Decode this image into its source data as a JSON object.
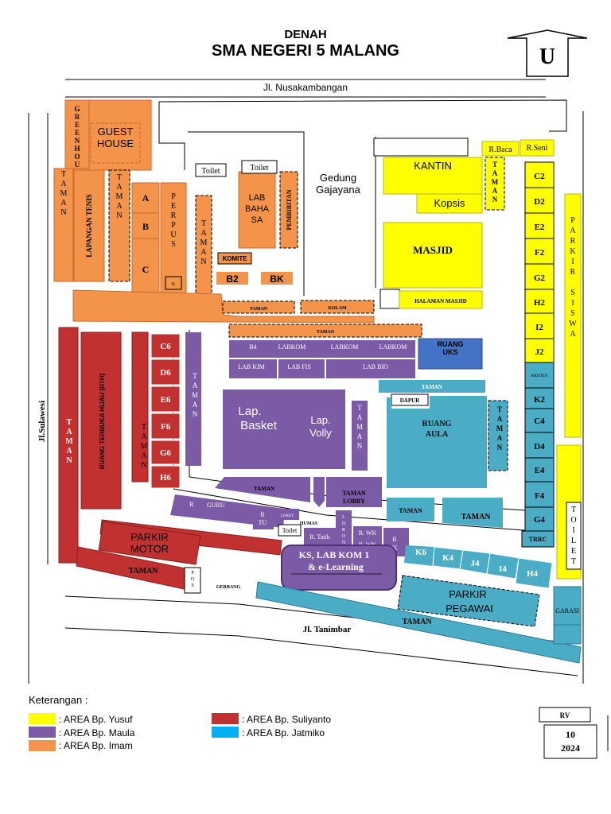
{
  "header": {
    "title_top": "DENAH",
    "title_main": "SMA NEGERI 5 MALANG",
    "north": "U"
  },
  "colors": {
    "yusuf": "#ffff00",
    "maula": "#7b5aa6",
    "imam": "#f4934a",
    "suliyanto": "#c0312f",
    "jatmiko": "#4bacc6"
  },
  "roads": {
    "north": "Jl. Nusakambangan",
    "west": "Jl.Sulawesi",
    "south": "Jl. Tanimbar"
  },
  "labels": {
    "greenhouse": "G R E E N H O U S E",
    "guest_house_1": "GUEST",
    "guest_house_2": "HOUSE",
    "taman_v": "T A M A N",
    "lapangan_tenis": "LAPANGAN TENIS",
    "room_a": "A",
    "room_b": "B",
    "room_c": "C",
    "perpus": "P E R P U S",
    "room_k": "K",
    "taman_v2": "T A M A N",
    "toilet": "Toilet",
    "lab_bahasa_1": "LAB",
    "lab_bahasa_2": "BAHA",
    "lab_bahasa_3": "SA",
    "pembibitan": "PEMBIBITAN",
    "komite": "KOMITE",
    "b2": "B2",
    "bk": "BK",
    "gedung_1": "Gedung",
    "gedung_2": "Gajayana",
    "kantin": "KANTIN",
    "kopsis": "Kopsis",
    "rbaca": "R.Baca",
    "rseni": "R.Seni",
    "masjid": "MASJID",
    "halaman_masjid": "HALAMAN MASJID",
    "taman": "TAMAN",
    "kolam": "KOLAM",
    "parkir_siswa": "P A R K I R   S I S W A",
    "c2": "C2",
    "d2": "D2",
    "e2": "E2",
    "f2": "F2",
    "g2": "G2",
    "h2": "H2",
    "i2": "I2",
    "j2": "J2",
    "kristen": "KRISTEN",
    "k2": "K2",
    "c4": "C4",
    "d4": "D4",
    "e4": "E4",
    "f4": "F4",
    "g4": "G4",
    "trrc": "TRRC",
    "toilet_v": "T O I L E T",
    "ruang_uks_1": "RUANG",
    "ruang_uks_2": "UKS",
    "b4": "B4",
    "labkom": "LABKOM",
    "lab_kim": "LAB KIM",
    "lab_fis": "LAB FIS",
    "lab_bio": "LAB BIO",
    "dapur": "DAPUR",
    "ruang_aula_1": "RUANG",
    "ruang_aula_2": "AULA",
    "lap_basket_1": "Lap.",
    "lap_basket_2": "Basket",
    "lap_volly_1": "Lap.",
    "lap_volly_2": "Volly",
    "taman_lobby_1": "TAMAN",
    "taman_lobby_2": "LOBBY",
    "c6": "C6",
    "d6": "D6",
    "e6": "E6",
    "f6": "F6",
    "g6": "G6",
    "h6": "H6",
    "rth": "RUANG TERBUKA HIJAU (RTH)",
    "r": "R",
    "guru": "GURU",
    "r_tu_1": "R",
    "r_tu_2": "TU",
    "loket": "LOKET",
    "humas": "HUMAS",
    "r_tatib": "R. Tatib",
    "ldrong": "L D R O N G",
    "r_wk_1": "R. WK",
    "r_wk_2": "R. WK",
    "r_wk_3a": "R",
    "r_wk_3b": "WK",
    "ks_lab_1": "KS, LAB KOM 1",
    "ks_lab_2": "& e-Learning",
    "k6": "K6",
    "k4": "K4",
    "j4": "J4",
    "i4": "I4",
    "h4": "H4",
    "parkir_motor_1": "PARKIR",
    "parkir_motor_2": "MOTOR",
    "pos": "P O S",
    "gerbang": "GERBANG",
    "parkir_pegawai_1": "PARKIR",
    "parkir_pegawai_2": "PEGAWAI",
    "garasi": "GARASI"
  },
  "legend": {
    "title": "Keterangan :",
    "items": [
      {
        "label": ": AREA Bp. Yusuf",
        "color": "#ffff00"
      },
      {
        "label": ": AREA Bp. Maula",
        "color": "#7b5aa6"
      },
      {
        "label": ": AREA Bp. Imam",
        "color": "#f4934a"
      },
      {
        "label": ": AREA Bp. Suliyanto",
        "color": "#c0312f"
      },
      {
        "label": ": AREA Bp. Jatmiko",
        "color": "#00b0f0"
      }
    ]
  },
  "revision": {
    "label": "RV",
    "month": "10",
    "year": "2024"
  }
}
